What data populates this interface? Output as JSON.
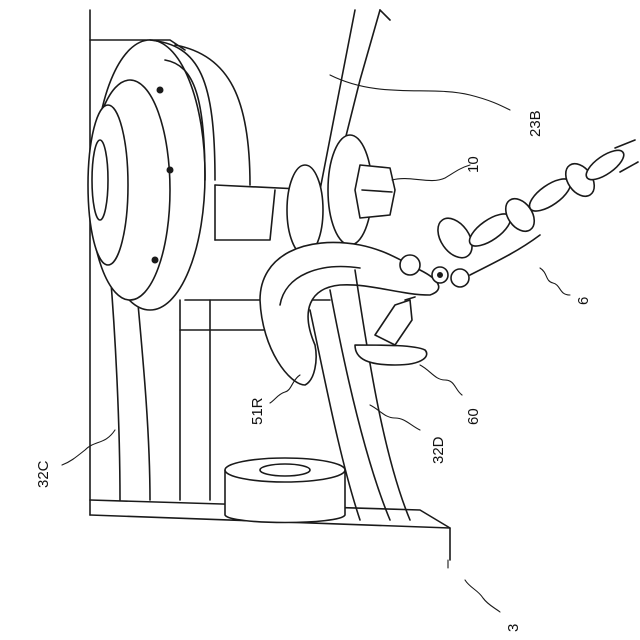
{
  "labels": {
    "l23B": "23B",
    "l10": "10",
    "l6": "6",
    "l60": "60",
    "l32D": "32D",
    "l51R": "51R",
    "l32C": "32C",
    "l3": "3"
  }
}
